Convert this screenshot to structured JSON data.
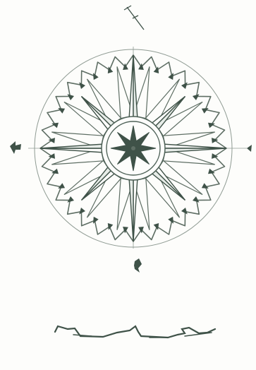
{
  "colors": {
    "paper": "#fdfdfb",
    "ink": "#5e6e64",
    "ink_dark": "#3f5248",
    "ink_light": "#8f9b93"
  },
  "figure": {
    "compass_rose_icon": "compass-rose-icon",
    "north_marker_icon": "north-arrow-icon",
    "west_marker_icon": "west-marker-icon",
    "east_marker_icon": "east-marker-icon",
    "south_marker_icon": "south-marker-icon",
    "scale_bar_icon": "scale-bar-icon",
    "outer_points": 32,
    "main_star_points": 8,
    "inner_star_points": 8
  }
}
